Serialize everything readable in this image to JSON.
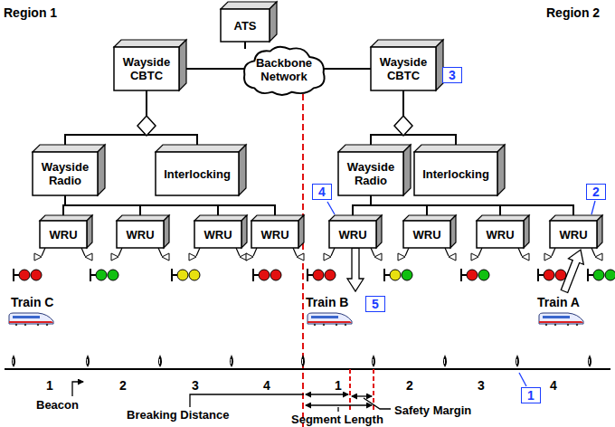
{
  "diagram": {
    "nodes": [
      {
        "text": [
          "ATS"
        ]
      },
      {
        "text": [
          "Backbone Network"
        ]
      },
      {
        "text": [
          "Wayside CBTC"
        ]
      },
      {
        "text": [
          "Wayside CBTC"
        ]
      },
      {
        "text": [
          "Wayside Radio"
        ]
      },
      {
        "text": [
          "Interlocking"
        ]
      },
      {
        "text": [
          "Wayside Radio"
        ]
      },
      {
        "text": [
          "Interlocking"
        ]
      },
      {
        "text": [
          "WRU"
        ]
      },
      {
        "text": [
          "WRU"
        ]
      },
      {
        "text": [
          "WRU"
        ]
      },
      {
        "text": [
          "WRU"
        ]
      },
      {
        "text": [
          "WRU"
        ]
      },
      {
        "text": [
          "WRU"
        ]
      },
      {
        "text": [
          "WRU"
        ]
      },
      {
        "text": [
          "WRU"
        ]
      }
    ],
    "edges": [
      {
        "from": 0,
        "to": 1,
        "arrow": "none"
      },
      {
        "from": 1,
        "to": 2,
        "arrow": "none"
      },
      {
        "from": 1,
        "to": 3,
        "arrow": "none"
      },
      {
        "from": 2,
        "to": 4,
        "arrow": "none"
      },
      {
        "from": 2,
        "to": 5,
        "arrow": "none"
      },
      {
        "from": 3,
        "to": 6,
        "arrow": "none"
      },
      {
        "from": 3,
        "to": 7,
        "arrow": "none"
      },
      {
        "from": 4,
        "to": 8,
        "arrow": "none"
      },
      {
        "from": 4,
        "to": 9,
        "arrow": "none"
      },
      {
        "from": 4,
        "to": 10,
        "arrow": "none"
      },
      {
        "from": 4,
        "to": 11,
        "arrow": "none"
      },
      {
        "from": 6,
        "to": 12,
        "arrow": "none"
      },
      {
        "from": 6,
        "to": 13,
        "arrow": "none"
      },
      {
        "from": 6,
        "to": 14,
        "arrow": "none"
      },
      {
        "from": 6,
        "to": 15,
        "arrow": "none"
      }
    ],
    "labels": [
      "Region 1",
      "Region 2",
      "Train C",
      "Train B",
      "Train A",
      "1",
      "2",
      "3",
      "4",
      "1",
      "2",
      "3",
      "4",
      "Beacon",
      "Breaking Distance",
      "Segment Length",
      "Safety Margin",
      "1",
      "2",
      "3",
      "4",
      "5"
    ]
  }
}
